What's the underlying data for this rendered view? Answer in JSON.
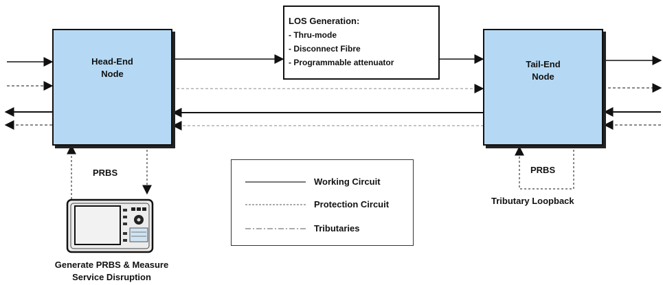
{
  "nodes": {
    "head_end": {
      "line1": "Head-End",
      "line2": "Node"
    },
    "tail_end": {
      "line1": "Tail-End",
      "line2": "Node"
    }
  },
  "los_box": {
    "title": "LOS Generation:",
    "items": [
      "- Thru-mode",
      "- Disconnect Fibre",
      "- Programmable attenuator"
    ]
  },
  "labels": {
    "prbs_left": "PRBS",
    "prbs_right": "PRBS",
    "tributary_loopback": "Tributary Loopback",
    "tester_line1": "Generate PRBS & Measure",
    "tester_line2": "Service Disruption"
  },
  "legend": {
    "working": "Working Circuit",
    "protection": "Protection Circuit",
    "tributaries": "Tributaries"
  },
  "colors": {
    "node_fill": "#b5d9f4",
    "stroke": "#111111"
  },
  "icons": {
    "tester": "test-instrument-icon"
  }
}
